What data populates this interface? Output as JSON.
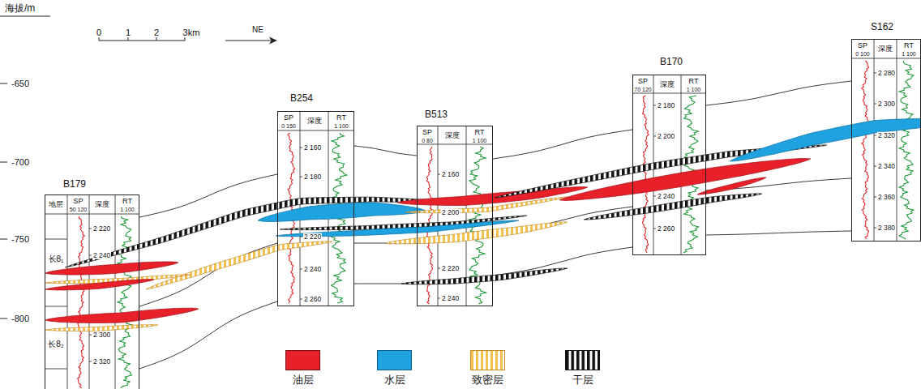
{
  "diagram": {
    "nodes": [
      {
        "text": [
          "B179",
          "地层",
          "SP",
          "50 120",
          "深度",
          "RT",
          "1 100",
          "2 220",
          "2 240",
          "2 300",
          "2 320",
          "长8₁",
          "长8₂"
        ]
      },
      {
        "text": [
          "B254",
          "SP",
          "0 150",
          "深度",
          "RT",
          "1 100",
          "2 160",
          "2 180",
          "2 220",
          "2 240",
          "2 260"
        ]
      },
      {
        "text": [
          "B513",
          "SP",
          "0 80",
          "深度",
          "RT",
          "1 100",
          "2 160",
          "2 200",
          "2 220",
          "2 240"
        ]
      },
      {
        "text": [
          "B170",
          "SP",
          "70 120",
          "深度",
          "RT",
          "1 100",
          "2 180",
          "2 200",
          "2 240",
          "2 260"
        ]
      },
      {
        "text": [
          "S162",
          "SP",
          "0 100",
          "深度",
          "RT",
          "1 100",
          "2 280",
          "2 300",
          "2 320",
          "2 340",
          "2 360",
          "2 380"
        ]
      }
    ],
    "labels": [
      "海拔/m",
      "-650",
      "-700",
      "-750",
      "-800",
      "0",
      "1",
      "2",
      "3km",
      "NE"
    ],
    "legend": [
      {
        "text": "油层",
        "color": "#e8202a"
      },
      {
        "text": "水层",
        "color": "#1ea3e0"
      },
      {
        "text": "致密层"
      },
      {
        "text": "干层"
      }
    ]
  }
}
